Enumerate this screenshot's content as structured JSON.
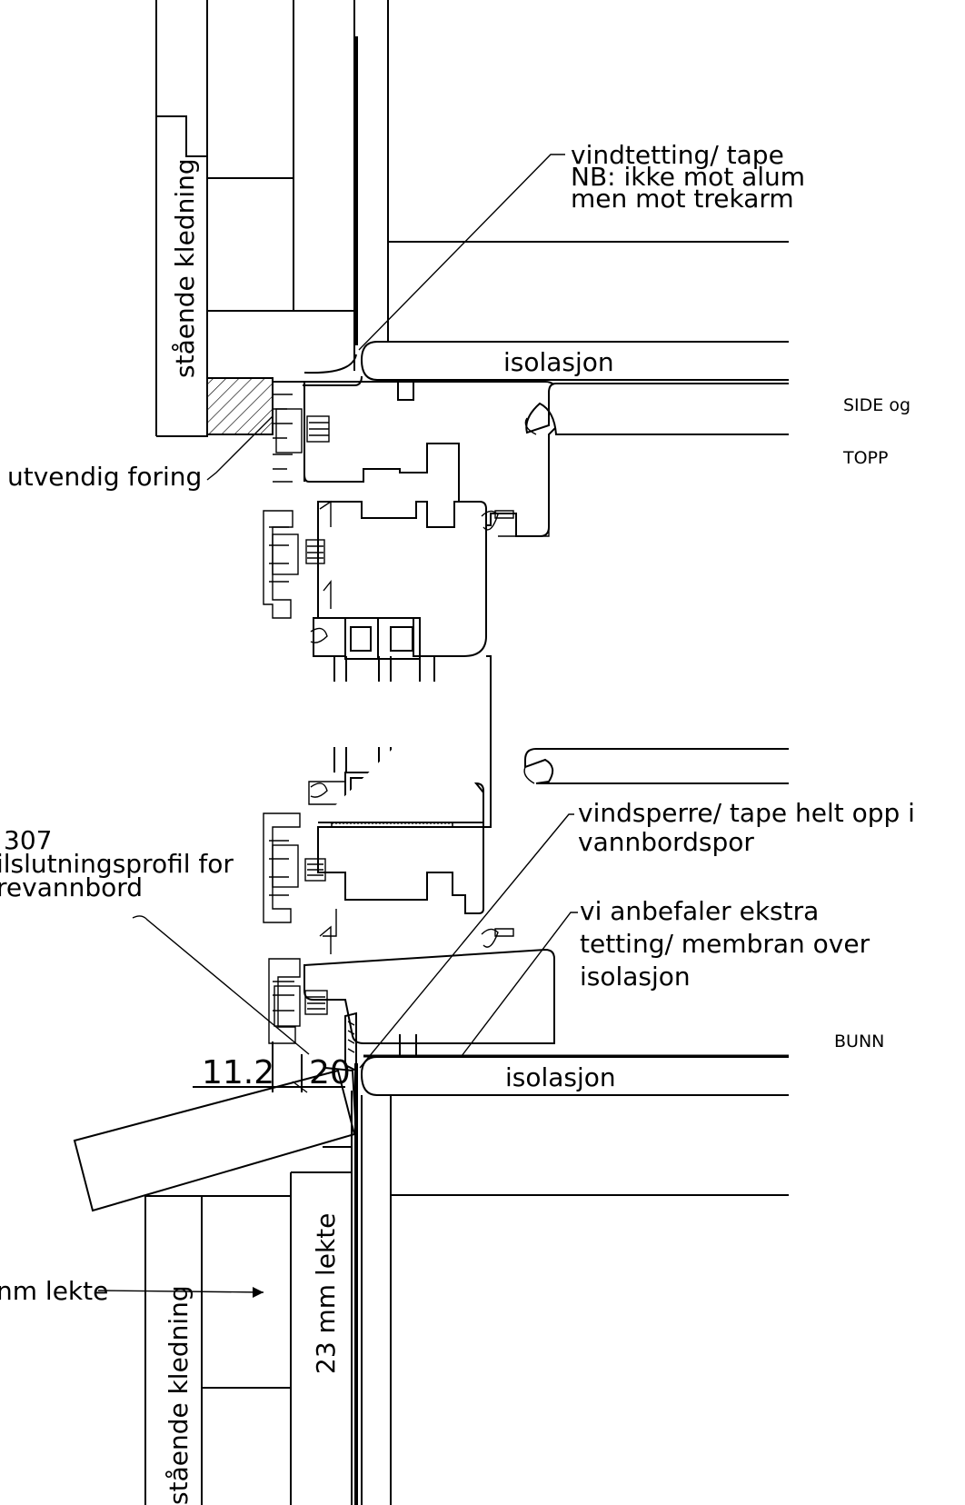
{
  "labels": {
    "stående_kledning_top": "stående kledning",
    "vindtetting_line1": "vindtetting/ tape",
    "vindtetting_line2": "NB: ikke mot alum",
    "vindtetting_line3": "men mot trekarm",
    "isolasjon_top": "isolasjon",
    "side_og": "SIDE og",
    "topp": "TOPP",
    "utvendig_foring": "utvendig foring",
    "profil_line1": "307",
    "profil_line2": "ilslutningsprofil for",
    "profil_line3": "revannbord",
    "vindsperre_line1": "vindsperre/ tape helt opp i",
    "vindsperre_line2": "vannbordspor",
    "anbefaler_line1": "vi anbefaler ekstra",
    "anbefaler_line2": "tetting/  membran over",
    "anbefaler_line3": "isolasjon",
    "bunn": "BUNN",
    "dim_11_2": "11.2",
    "dim_20": "20",
    "isolasjon_bottom": "isolasjon",
    "mm_lekte": "nm lekte",
    "stående_kledning_bottom": "stående kledning",
    "lekte_23": "23 mm lekte"
  }
}
